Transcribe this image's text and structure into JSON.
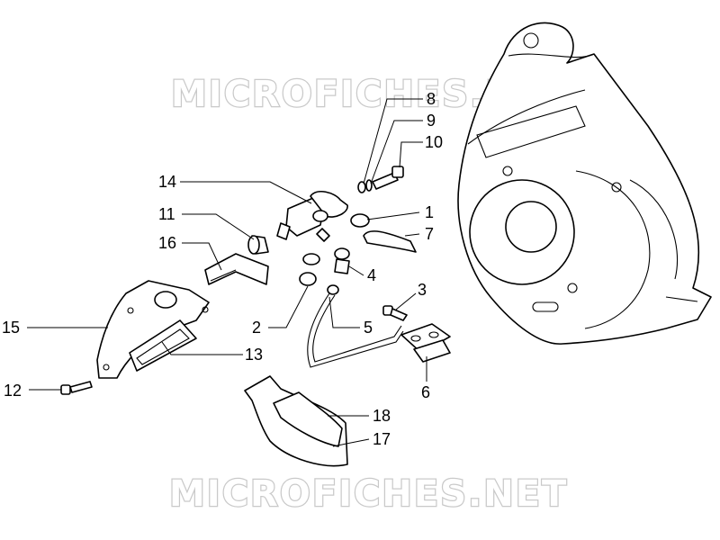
{
  "watermark": {
    "top": "MICROFICHES.NET",
    "bottom": "MICROFICHES.NET"
  },
  "callouts": {
    "c1": "1",
    "c2": "2",
    "c3": "3",
    "c4": "4",
    "c5": "5",
    "c6": "6",
    "c7": "7",
    "c8": "8",
    "c9": "9",
    "c10": "10",
    "c11": "11",
    "c12": "12",
    "c13": "13",
    "c14": "14",
    "c15": "15",
    "c16": "16",
    "c17": "17",
    "c18": "18"
  }
}
